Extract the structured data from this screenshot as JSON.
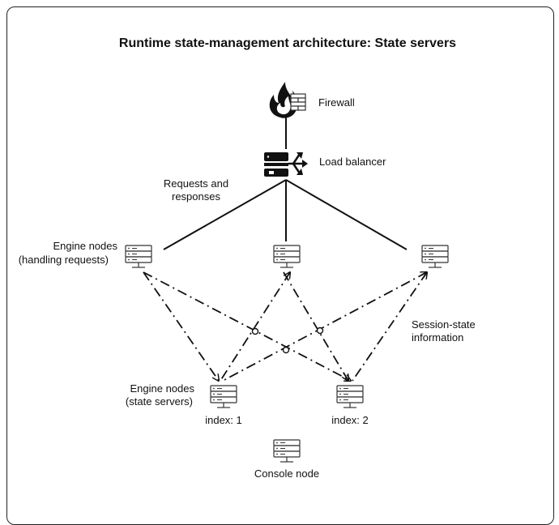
{
  "title": "Runtime state-management architecture: State servers",
  "labels": {
    "firewall": "Firewall",
    "load_balancer": "Load balancer",
    "requests_1": "Requests and",
    "requests_2": "responses",
    "engine_requests_1": "Engine nodes",
    "engine_requests_2": "(handling requests)",
    "session_1": "Session-state",
    "session_2": "information",
    "engine_state_1": "Engine nodes",
    "engine_state_2": "(state servers)",
    "index_1": "index: 1",
    "index_2": "index: 2",
    "console": "Console node"
  },
  "icons": {
    "firewall": "firewall-icon",
    "load_balancer": "load-balancer-icon",
    "server": "server-icon"
  },
  "colors": {
    "line": "#111111",
    "icon_stroke": "#333333",
    "flame": "#111111"
  }
}
